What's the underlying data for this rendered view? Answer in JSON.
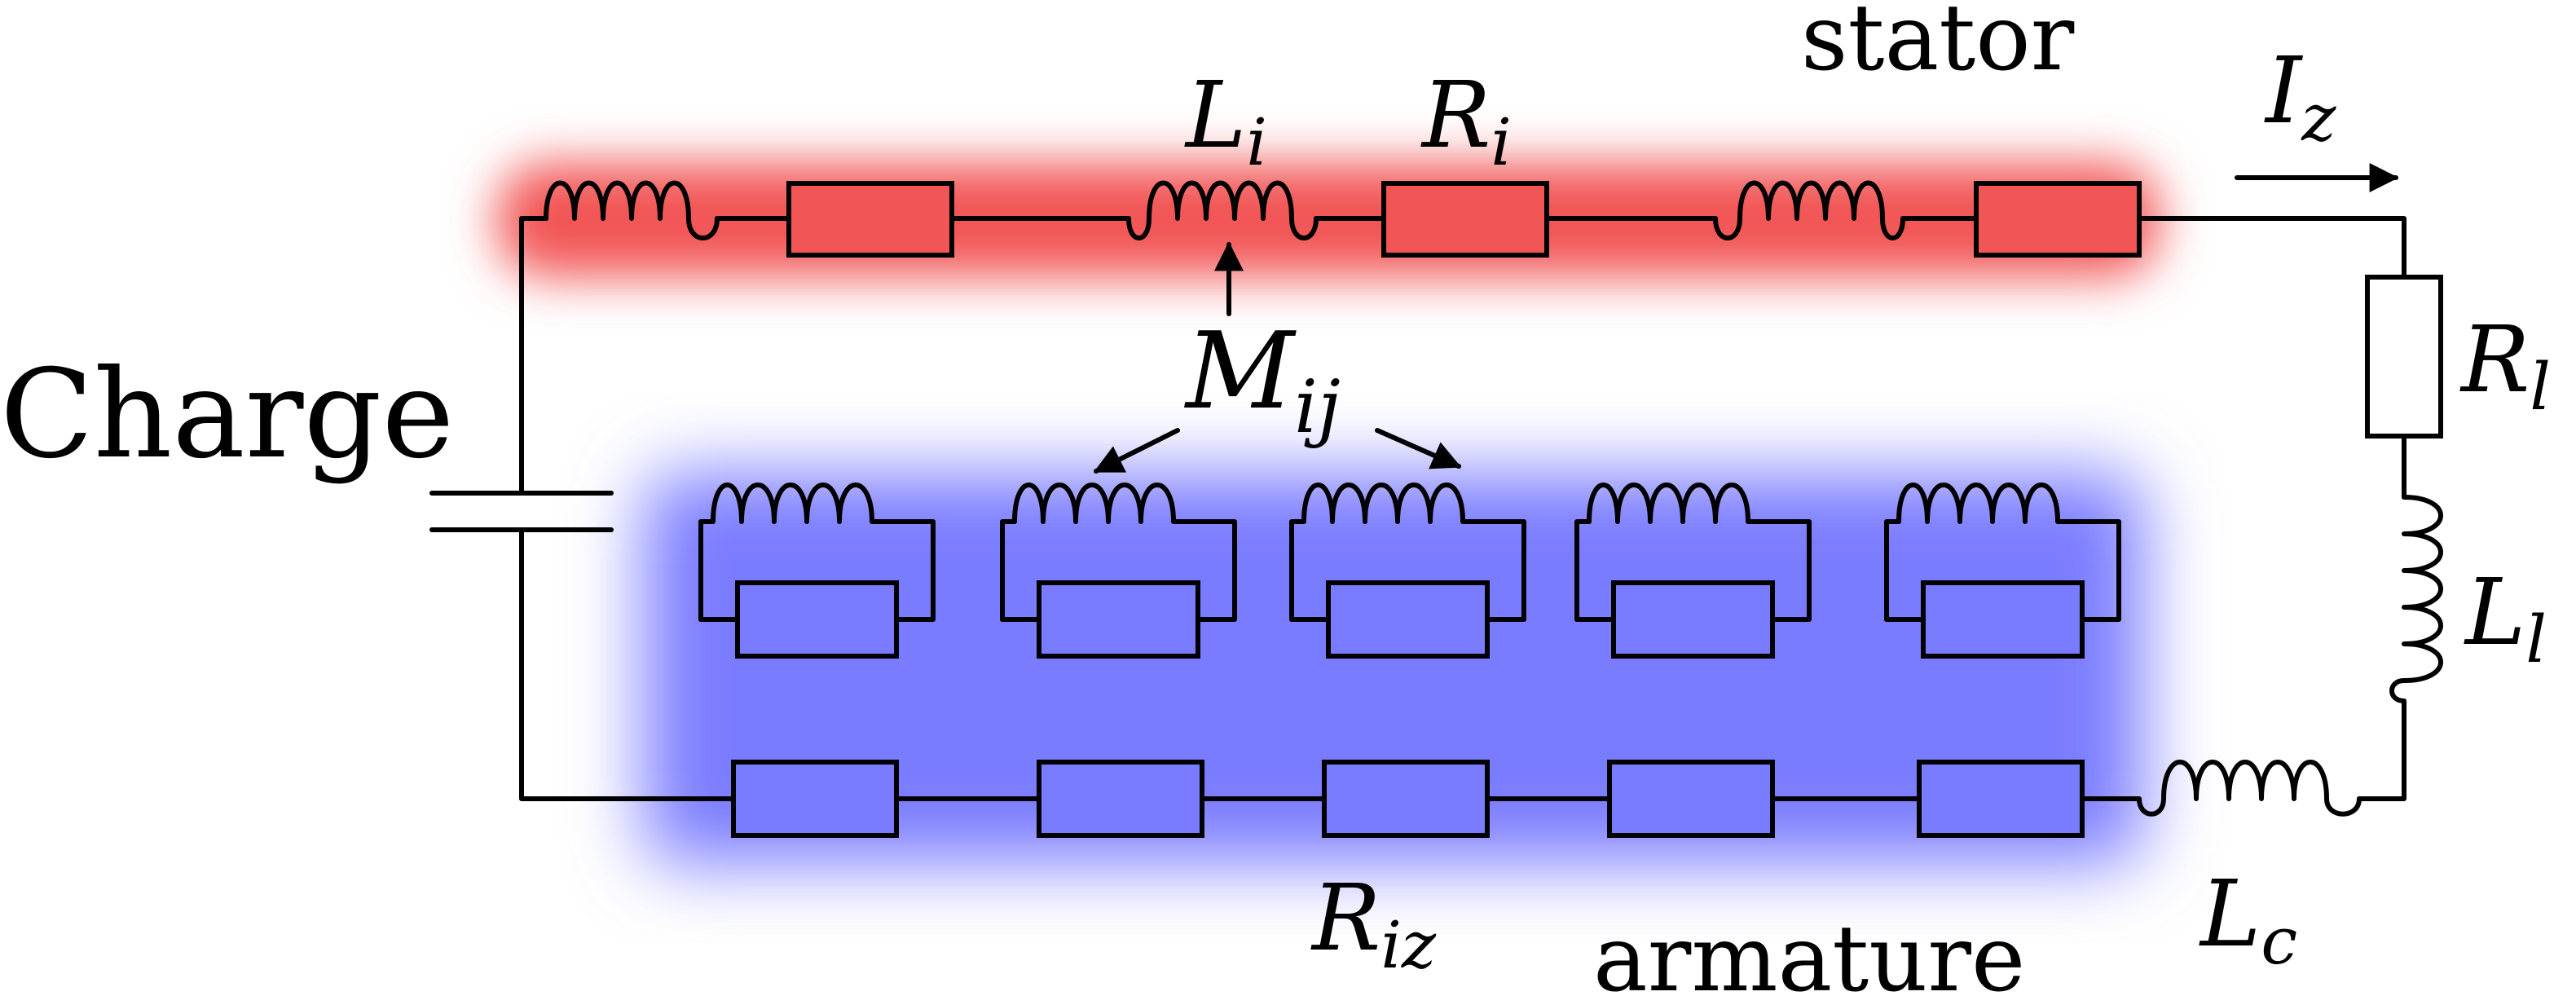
{
  "labels": {
    "charge": "Charge",
    "stator": "stator",
    "armature": "armature",
    "current": {
      "base": "I",
      "sub": "z"
    },
    "stator_inductance": {
      "base": "L",
      "sub": "i"
    },
    "stator_resistance": {
      "base": "R",
      "sub": "i"
    },
    "mutual_inductance": {
      "base": "M",
      "sub": "ij"
    },
    "load_resistance": {
      "base": "R",
      "sub": "l"
    },
    "load_inductance": {
      "base": "L",
      "sub": "l"
    },
    "armature_resistance": {
      "base": "R",
      "sub": "iz"
    },
    "coil_inductance": {
      "base": "L",
      "sub": "c"
    }
  },
  "colors": {
    "stator_region": "#f25555",
    "armature_region": "#7a7cff",
    "wire": "#000000"
  }
}
